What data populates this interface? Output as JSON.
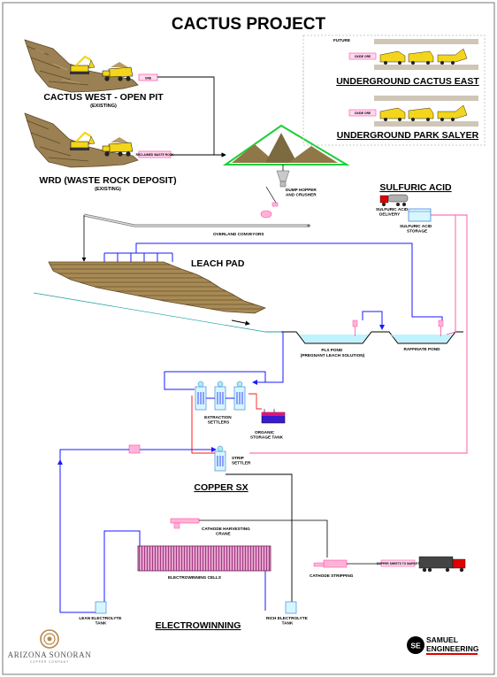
{
  "title": "CACTUS PROJECT",
  "future": {
    "label": "FUTURE",
    "underground_cactus_east": "UNDERGROUND CACTUS EAST",
    "underground_park_salyer": "UNDERGROUND PARK SALYER",
    "ore_tag": "OXIDE ORE"
  },
  "cactus_west": {
    "title": "CACTUS WEST - OPEN PIT",
    "status": "(EXISTING)",
    "ore_tag": "ORE"
  },
  "wrd": {
    "title": "WRD (WASTE ROCK DEPOSIT)",
    "status": "(EXISTING)",
    "ore_tag": "RECLAIMED WASTE ROCK"
  },
  "dump_hopper": "DUMP HOPPER\nAND CRUSHER",
  "overland_conveyors": "OVERLAND CONVEYORS",
  "sulfuric_acid": {
    "title": "SULFURIC ACID",
    "delivery": "SULFURIC ACID\nDELIVERY",
    "storage": "SULFURIC ACID\nSTORAGE"
  },
  "leach_pad": "LEACH PAD",
  "pls_pond": "PLS POND\n(PREGNANT LEACH SOLUTION)",
  "raffinate_pond": "RAFFINATE POND",
  "extraction_settlers": "EXTRACTION\nSETTLERS",
  "organic_storage_tank": "ORGANIC\nSTORAGE TANK",
  "strip_settler": "STRIP\nSETTLER",
  "copper_sx": "COPPER SX",
  "cathode_harvesting_crane": "CATHODE HARVESTING\nCRANE",
  "electrowinning_cells": "ELECTROWINNING CELLS",
  "cathode_stripping": "CATHODE STRIPPING",
  "copper_to_market": "COPPER SHEETS TO MARKET",
  "lean_electrolyte_tank": "LEAN ELECTROLYTE\nTANK",
  "rich_electrolyte_tank": "RICH ELECTROLYTE\nTANK",
  "electrowinning": "ELECTROWINNING",
  "logo_arizona": {
    "name": "ARIZONA SONORAN",
    "tagline": "COPPER COMPANY"
  },
  "logo_samuel": {
    "mark": "SE",
    "line1": "SAMUEL",
    "line2": "ENGINEERING"
  },
  "colors": {
    "solution_blue": "#1a1aff",
    "acid_pink": "#ff4fa0",
    "electrolyte_red": "#ff1a1a",
    "pad_brown": "#8f7747",
    "pit_brown": "#9a8052",
    "water": "#bff3ff",
    "truck_yellow": "#f3d51b",
    "stockpile_green": "#1fcf3a"
  }
}
